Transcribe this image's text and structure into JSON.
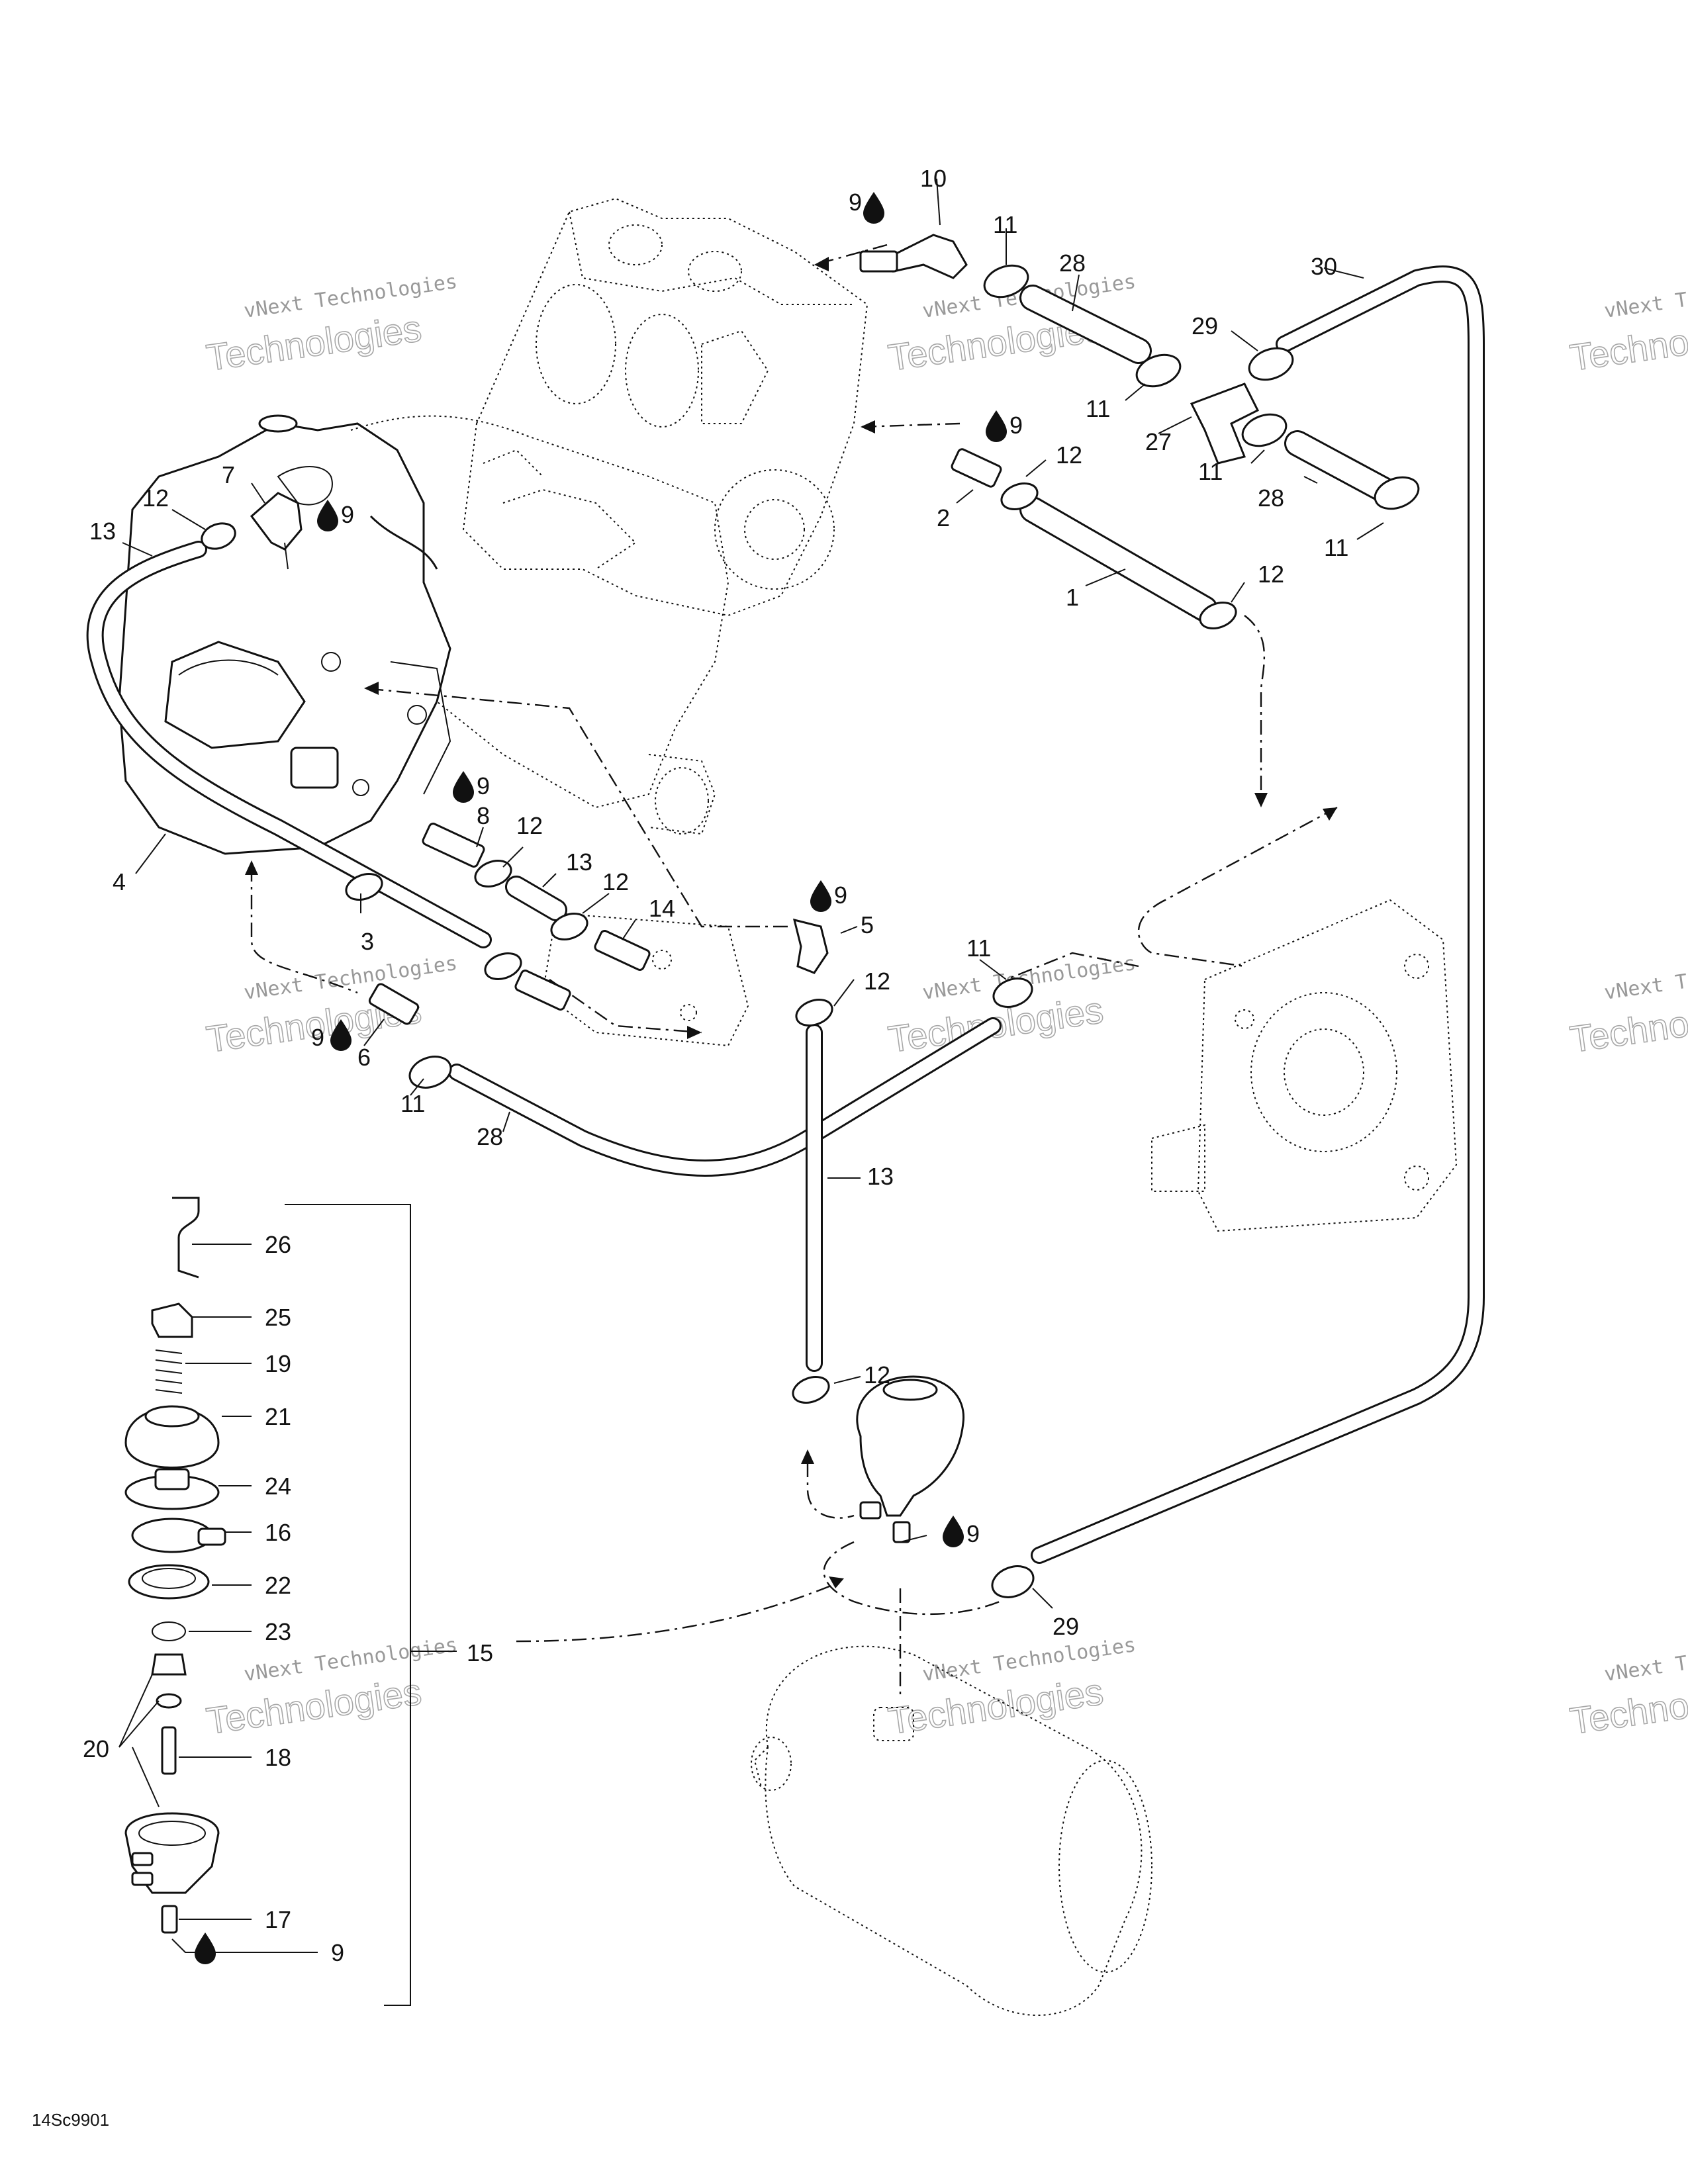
{
  "diagram_code": "14Sc9901",
  "watermark": {
    "line1": "vNext Technologies",
    "line2": "Technologies"
  },
  "labels": {
    "l1": "1",
    "l2": "2",
    "l3": "3",
    "l4": "4",
    "l5": "5",
    "l6": "6",
    "l7": "7",
    "l8": "8",
    "l9": "9",
    "l10": "10",
    "l11": "11",
    "l12": "12",
    "l13": "13",
    "l14": "14",
    "l15": "15",
    "l16": "16",
    "l17": "17",
    "l18": "18",
    "l19": "19",
    "l20": "20",
    "l21": "21",
    "l22": "22",
    "l23": "23",
    "l24": "24",
    "l25": "25",
    "l26": "26",
    "l27": "27",
    "l28": "28",
    "l29": "29",
    "l30": "30"
  },
  "icons": {
    "sealant": "drop-icon"
  }
}
